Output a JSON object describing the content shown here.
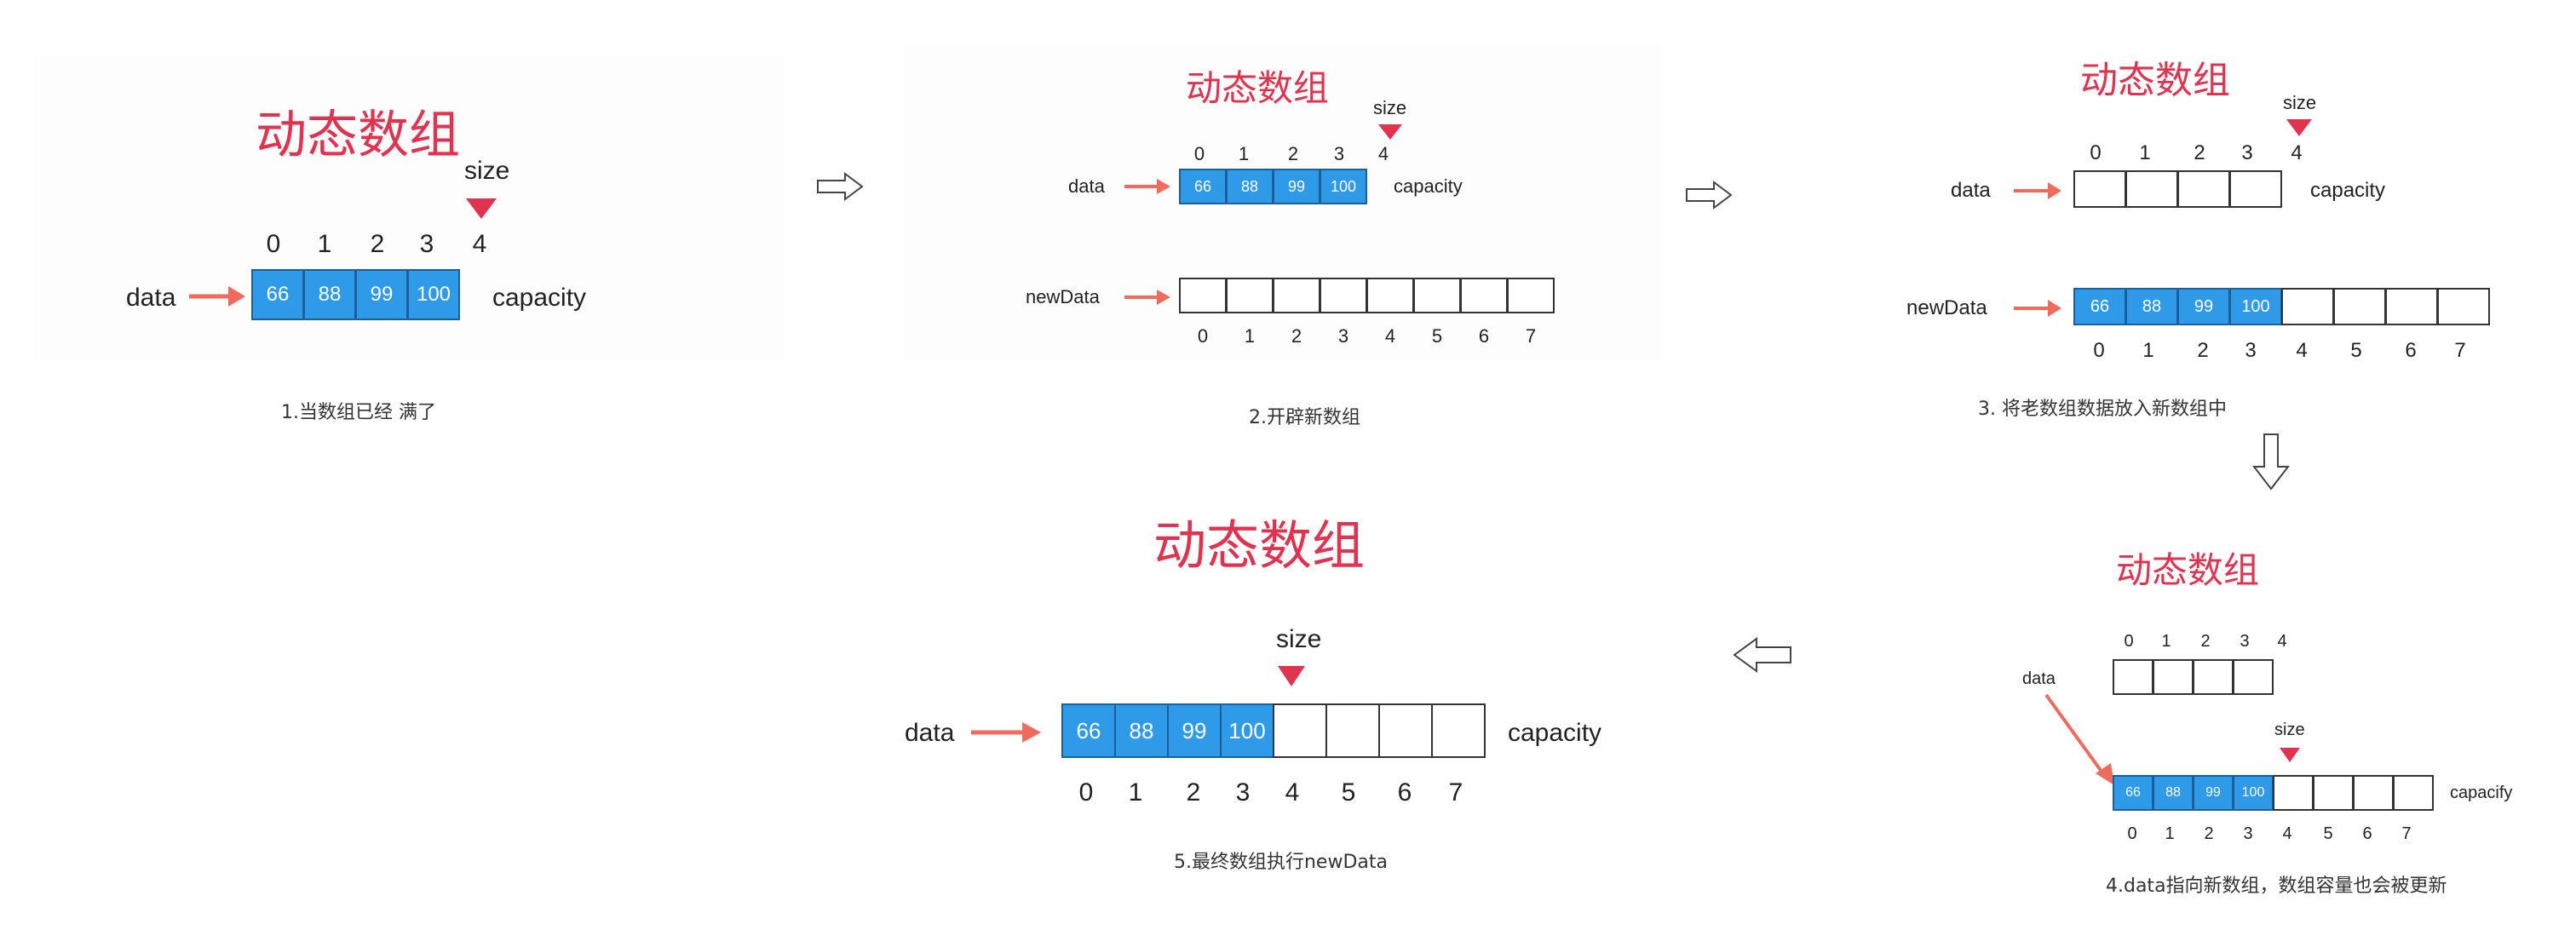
{
  "title": "动态数组",
  "labels": {
    "data": "data",
    "new_data": "newData",
    "capacity": "capacity",
    "capacity_alt": "capacify",
    "size": "size"
  },
  "values": [
    "66",
    "88",
    "99",
    "100"
  ],
  "indices": [
    "0",
    "1",
    "2",
    "3",
    "4",
    "5",
    "6",
    "7"
  ],
  "captions": {
    "step1": "1.当数组已经 满了",
    "step2": "2.开辟新数组",
    "step3": "3. 将老数组数据放入新数组中",
    "step4": "4.data指向新数组，数组容量也会被更新",
    "step5": "5.最终数组执行newData"
  },
  "colors": {
    "title": "#e0334f",
    "cell_filled": "#2f9be8",
    "pointer_arrow": "#ee6b5e"
  }
}
